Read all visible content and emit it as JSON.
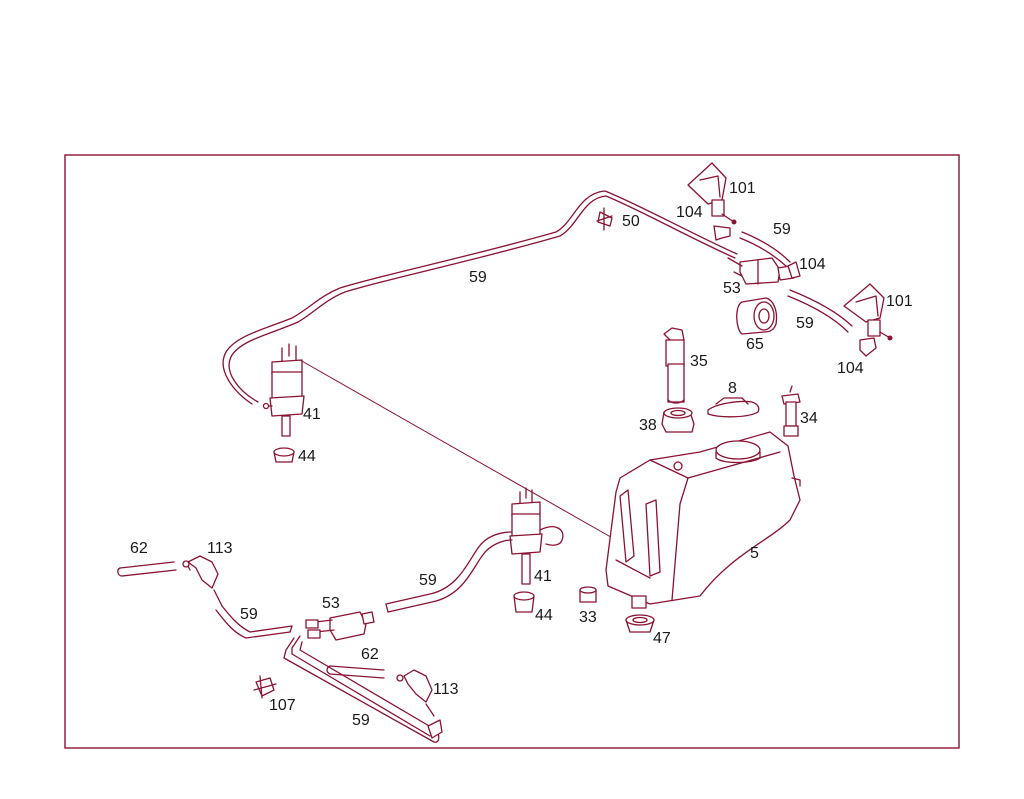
{
  "colors": {
    "line": "#8a1232",
    "text": "#1a1a1a",
    "background": "#ffffff"
  },
  "callouts": {
    "c101a": "101",
    "c104a": "104",
    "c50": "50",
    "c59a": "59",
    "c59b": "59",
    "c104b": "104",
    "c53a": "53",
    "c101b": "101",
    "c59c": "59",
    "c65": "65",
    "c104c": "104",
    "c35": "35",
    "c41a": "41",
    "c8": "8",
    "c34": "34",
    "c38": "38",
    "c44a": "44",
    "c5": "5",
    "c62a": "62",
    "c113a": "113",
    "c41b": "41",
    "c59d": "59",
    "c53b": "53",
    "c59e": "59",
    "c44b": "44",
    "c33": "33",
    "c47": "47",
    "c62b": "62",
    "c113b": "113",
    "c107": "107",
    "c59f": "59"
  }
}
